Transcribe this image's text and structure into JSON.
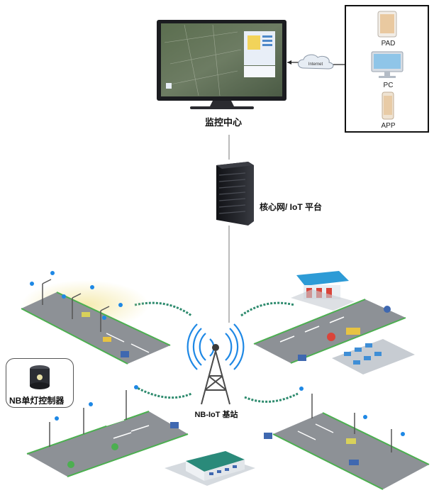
{
  "labels": {
    "monitoring_center": "监控中心",
    "core_network": "核心网/ IoT 平台",
    "base_station": "NB-IoT 基站",
    "internet": "Internet",
    "nb_controller": "NB单灯控制器"
  },
  "devices": [
    {
      "name": "PAD"
    },
    {
      "name": "PC"
    },
    {
      "name": "APP"
    }
  ],
  "colors": {
    "road": "#8d9196",
    "road_edge_green": "#4caf50",
    "signal_blue": "#1e88e5",
    "wave_teal": "#2e8b6e",
    "screen_blue": "#2a5fa8",
    "server_dark": "#1e1f24"
  },
  "icons": [
    "monitor-icon",
    "server-icon",
    "cloud-icon",
    "tablet-icon",
    "desktop-icon",
    "phone-icon",
    "tower-icon",
    "streetlight-icon",
    "building-icon",
    "gas-station-icon",
    "parking-icon"
  ]
}
